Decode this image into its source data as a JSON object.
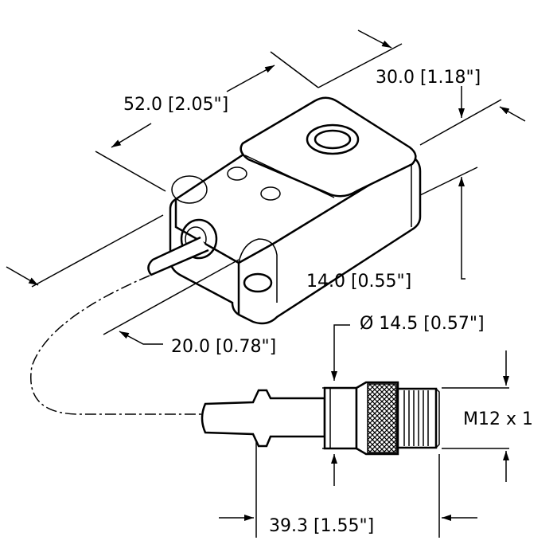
{
  "title": "Sensor dimension drawing",
  "dimensions": {
    "length": "52.0 [2.05\"]",
    "width": "30.0 [1.18\"]",
    "height": "14.0 [0.55\"]",
    "cable_offset": "20.0 [0.78\"]",
    "connector_diameter": "Ø 14.5 [0.57\"]",
    "thread": "M12 x 1",
    "connector_length": "39.3 [1.55\"]"
  },
  "colors": {
    "line": "#000000",
    "background": "#ffffff"
  }
}
